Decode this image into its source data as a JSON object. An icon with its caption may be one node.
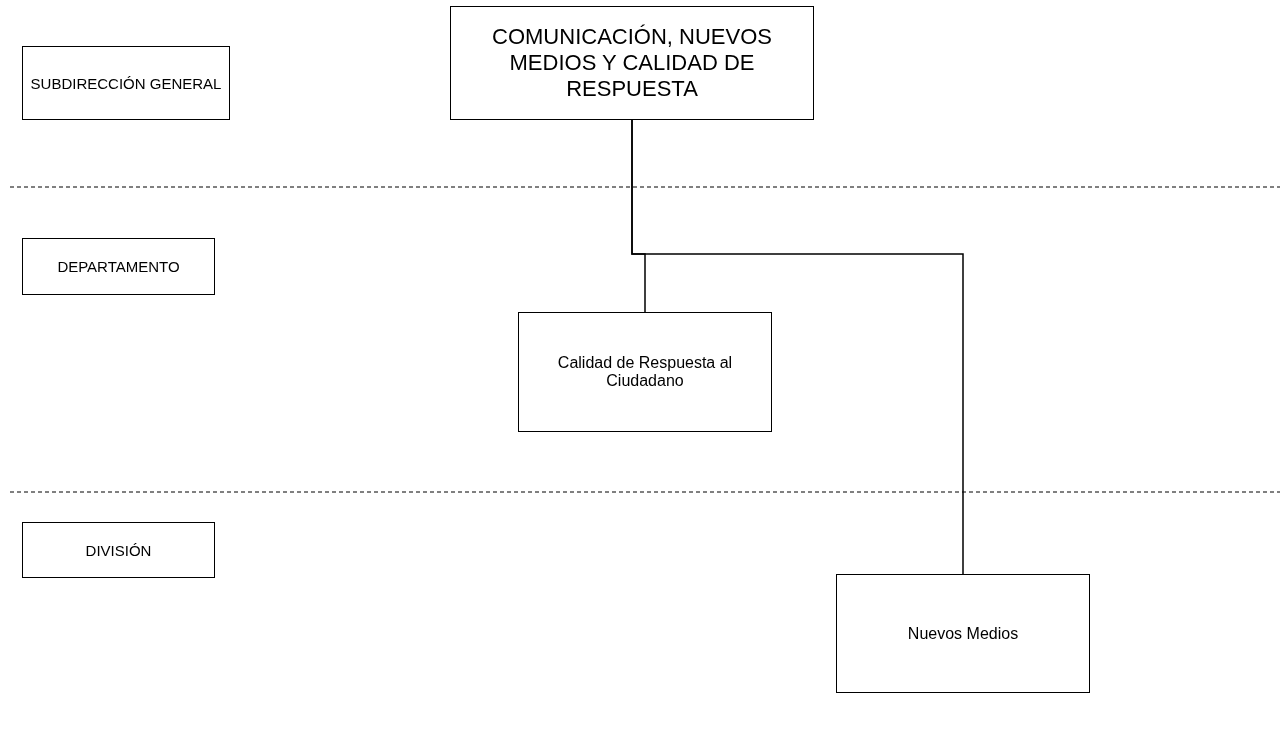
{
  "diagram": {
    "nodes": [
      {
        "text": [
          "SUBDIRECCIÓN GENERAL"
        ]
      },
      {
        "text": [
          "COMUNICACIÓN, NUEVOS MEDIOS Y CALIDAD DE RESPUESTA"
        ]
      },
      {
        "text": [
          "DEPARTAMENTO"
        ]
      },
      {
        "text": [
          "Calidad de Respuesta al Ciudadano"
        ]
      },
      {
        "text": [
          "DIVISIÓN"
        ]
      },
      {
        "text": [
          "Nuevos Medios"
        ]
      }
    ],
    "edges": [
      {
        "from": 1,
        "to": 3,
        "arrow": "none"
      },
      {
        "from": 1,
        "to": 5,
        "arrow": "none"
      }
    ]
  }
}
